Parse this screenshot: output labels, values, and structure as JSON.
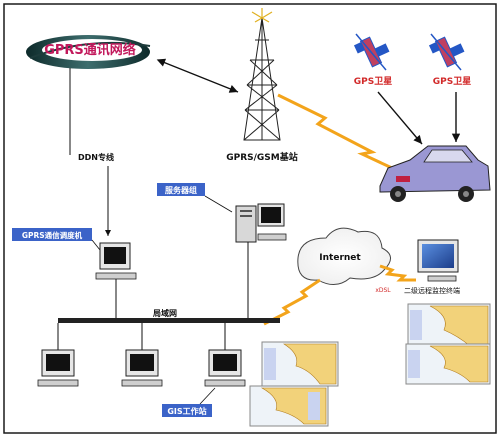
{
  "nodes": {
    "gprs_network": "GPRS通讯网络",
    "ddn_line": "DDN专线",
    "base_station": "GPRS/GSM基站",
    "gps_satellite_1": "GPS卫星",
    "gps_satellite_2": "GPS卫星",
    "server": "服务器组",
    "dispatch_machine": "GPRS通信调度机",
    "internet": "Internet",
    "remote_terminal": "二级远程监控终端",
    "lan": "局域网",
    "gis_workstation": "GIS工作站",
    "internet_link_label": "xDSL"
  },
  "colors": {
    "frame": "#1a1a1a",
    "label_fill": "#3b63c8",
    "label_text": "#ffffff",
    "gprs_swirl": "#2b2b2b",
    "gprs_text": "#c2185b",
    "satellite_blue": "#2457c5",
    "satellite_panel": "#c04060",
    "red_label": "#d22a2a",
    "lightning": "#f3a41b",
    "car_body": "#9a97d3"
  }
}
